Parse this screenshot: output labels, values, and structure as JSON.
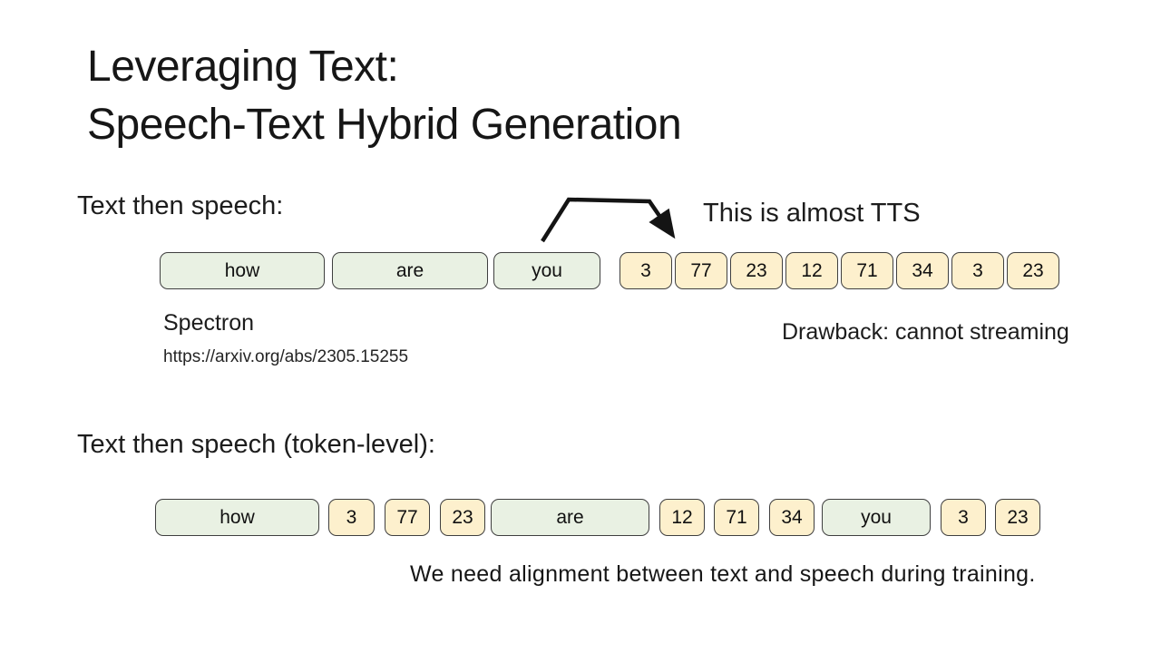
{
  "slide": {
    "title_line1": "Leveraging Text:",
    "title_line2": "Speech-Text Hybrid Generation"
  },
  "section1": {
    "label": "Text then speech:",
    "annotation": "This is almost TTS",
    "citation_name": "Spectron",
    "citation_url": "https://arxiv.org/abs/2305.15255",
    "drawback": "Drawback: cannot streaming"
  },
  "section2": {
    "label": "Text then speech (token-level):",
    "note": "We need alignment between text and speech during training."
  },
  "colors": {
    "word_fill": "#e9f1e3",
    "token_fill": "#fdf0cd",
    "box_border": "#3f3f3f",
    "arrow": "#141414"
  },
  "row1": [
    {
      "text": "how",
      "kind": "word",
      "w": 182,
      "gap": 0
    },
    {
      "text": "are",
      "kind": "word",
      "w": 172,
      "gap": 8
    },
    {
      "text": "you",
      "kind": "word",
      "w": 118,
      "gap": 6
    },
    {
      "text": "3",
      "kind": "token",
      "w": 58,
      "gap": 21
    },
    {
      "text": "77",
      "kind": "token",
      "w": 58,
      "gap": 3
    },
    {
      "text": "23",
      "kind": "token",
      "w": 58,
      "gap": 3
    },
    {
      "text": "12",
      "kind": "token",
      "w": 58,
      "gap": 3
    },
    {
      "text": "71",
      "kind": "token",
      "w": 58,
      "gap": 3
    },
    {
      "text": "34",
      "kind": "token",
      "w": 58,
      "gap": 3
    },
    {
      "text": "3",
      "kind": "token",
      "w": 58,
      "gap": 3
    },
    {
      "text": "23",
      "kind": "token",
      "w": 58,
      "gap": 3
    }
  ],
  "row2": [
    {
      "text": "how",
      "kind": "word",
      "w": 181,
      "gap": 0
    },
    {
      "text": "3",
      "kind": "token",
      "w": 51,
      "gap": 10
    },
    {
      "text": "77",
      "kind": "token",
      "w": 50,
      "gap": 11
    },
    {
      "text": "23",
      "kind": "token",
      "w": 50,
      "gap": 11
    },
    {
      "text": "are",
      "kind": "word",
      "w": 175,
      "gap": 6
    },
    {
      "text": "12",
      "kind": "token",
      "w": 50,
      "gap": 11
    },
    {
      "text": "71",
      "kind": "token",
      "w": 50,
      "gap": 10
    },
    {
      "text": "34",
      "kind": "token",
      "w": 50,
      "gap": 11
    },
    {
      "text": "you",
      "kind": "word",
      "w": 120,
      "gap": 8
    },
    {
      "text": "3",
      "kind": "token",
      "w": 50,
      "gap": 11
    },
    {
      "text": "23",
      "kind": "token",
      "w": 50,
      "gap": 10
    }
  ]
}
